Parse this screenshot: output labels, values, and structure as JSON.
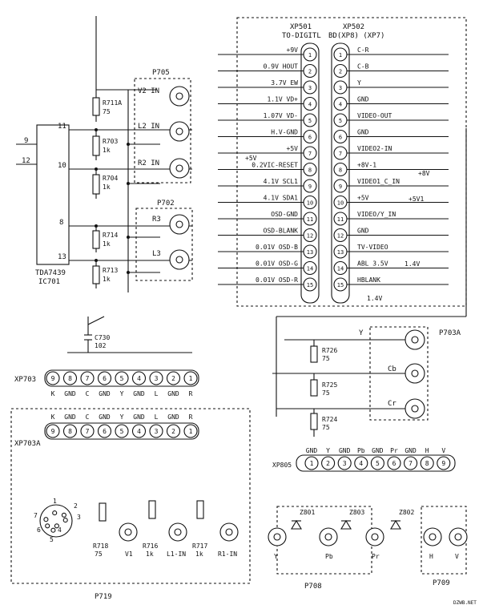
{
  "ic": {
    "pin9": "9",
    "pin12": "12",
    "pin11": "11",
    "pin10": "10",
    "pin8": "8",
    "pin13": "13",
    "name": "TDA7439",
    "ref": "IC701"
  },
  "p705": {
    "label": "P705",
    "inputs": [
      "V2 IN",
      "L2 IN",
      "R2 IN"
    ]
  },
  "p702": {
    "label": "P702",
    "inputs": [
      "R3",
      "L3"
    ]
  },
  "resistors_left": [
    {
      "ref": "R711A",
      "val": "75"
    },
    {
      "ref": "R703",
      "val": "1k"
    },
    {
      "ref": "R704",
      "val": "1k"
    },
    {
      "ref": "R714",
      "val": "1k"
    },
    {
      "ref": "R713",
      "val": "1k"
    }
  ],
  "xp501": {
    "title1": "XP501",
    "title2": "TO-DIGITL",
    "pins": [
      {
        "n": "1",
        "sig": "+9V"
      },
      {
        "n": "2",
        "sig": "0.9V HOUT"
      },
      {
        "n": "3",
        "sig": "3.7V EW"
      },
      {
        "n": "4",
        "sig": "1.1V VD+"
      },
      {
        "n": "5",
        "sig": "1.07V VD-"
      },
      {
        "n": "6",
        "sig": "H.V-GND"
      },
      {
        "n": "7",
        "sig": "+5V"
      },
      {
        "n": "8",
        "sig": "0.2VIC-RESET"
      },
      {
        "n": "9",
        "sig": "4.1V SCL1"
      },
      {
        "n": "10",
        "sig": "4.1V SDA1"
      },
      {
        "n": "11",
        "sig": "OSD-GND"
      },
      {
        "n": "12",
        "sig": "OSD-BLANK"
      },
      {
        "n": "13",
        "sig": "0.01V OSD-B"
      },
      {
        "n": "14",
        "sig": "0.01V OSD-G"
      },
      {
        "n": "15",
        "sig": "0.01V OSD-R"
      }
    ],
    "note_5v": "+5V"
  },
  "xp502": {
    "title1": "XP502",
    "title2": "BD(XP8) (XP7)",
    "pins": [
      {
        "n": "1",
        "sig": "C-R"
      },
      {
        "n": "2",
        "sig": "C-B"
      },
      {
        "n": "3",
        "sig": "Y"
      },
      {
        "n": "4",
        "sig": "GND"
      },
      {
        "n": "5",
        "sig": "VIDEO-OUT"
      },
      {
        "n": "6",
        "sig": "GND"
      },
      {
        "n": "7",
        "sig": "VIDEO2-IN"
      },
      {
        "n": "8",
        "sig": "+8V-1"
      },
      {
        "n": "9",
        "sig": "VIDEO1_C_IN"
      },
      {
        "n": "10",
        "sig": "+5V"
      },
      {
        "n": "11",
        "sig": "VIDEO/Y_IN"
      },
      {
        "n": "12",
        "sig": "GND"
      },
      {
        "n": "13",
        "sig": "TV-VIDEO"
      },
      {
        "n": "14",
        "sig": "ABL 3.5V"
      },
      {
        "n": "15",
        "sig": "HBLANK"
      }
    ],
    "note_8v": "+8V",
    "note_5v1": "+5V1",
    "note_14v": "1.4V",
    "note_14v_b": "1.4V"
  },
  "xp703": {
    "label": "XP703",
    "cap_ref": "C730",
    "cap_val": "102",
    "pins": [
      "9",
      "8",
      "7",
      "6",
      "5",
      "4",
      "3",
      "2",
      "1"
    ],
    "sigs": [
      "K",
      "GND",
      "C",
      "GND",
      "Y",
      "GND",
      "L",
      "GND",
      "R"
    ]
  },
  "p703a": {
    "label": "P703A",
    "inputs": [
      "Y",
      "Cb",
      "Cr"
    ],
    "resistors": [
      {
        "ref": "R726",
        "val": "75"
      },
      {
        "ref": "R725",
        "val": "75"
      },
      {
        "ref": "R724",
        "val": "75"
      }
    ]
  },
  "xp703a": {
    "label": "XP703A",
    "sigs": [
      "K",
      "GND",
      "C",
      "GND",
      "Y",
      "GND",
      "L",
      "GND",
      "R"
    ],
    "pins": [
      "9",
      "8",
      "7",
      "6",
      "5",
      "4",
      "3",
      "2",
      "1"
    ],
    "din_pins": [
      "1",
      "2",
      "3",
      "4",
      "5",
      "6",
      "7"
    ],
    "resistors": [
      {
        "ref": "R718",
        "val": "75"
      },
      {
        "ref": "R716",
        "val": "1k"
      },
      {
        "ref": "R717",
        "val": "1k"
      }
    ],
    "jacks": [
      "V1",
      "L1-IN",
      "R1-IN"
    ],
    "block": "P719"
  },
  "xp805": {
    "label": "XP805",
    "sigs": [
      "GND",
      "Y",
      "GND",
      "Pb",
      "GND",
      "Pr",
      "GND",
      "H",
      "V"
    ],
    "pins": [
      "1",
      "2",
      "3",
      "4",
      "5",
      "6",
      "7",
      "8",
      "9"
    ],
    "zeners": [
      "Z801",
      "Z803",
      "Z802"
    ],
    "jacks": [
      "Y",
      "Pb",
      "Pr",
      "H",
      "V"
    ],
    "blocks": [
      "P708",
      "P709"
    ]
  },
  "watermark": "DZWB.NET"
}
